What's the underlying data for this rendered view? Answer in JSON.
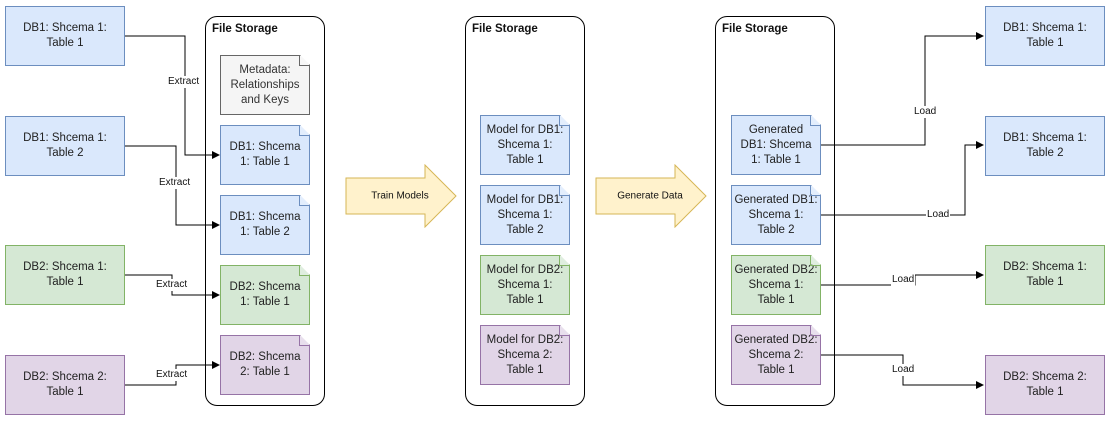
{
  "source_tables": [
    {
      "label": "DB1: Shcema 1:\nTable 1"
    },
    {
      "label": "DB1: Shcema 1:\nTable 2"
    },
    {
      "label": "DB2: Shcema 1:\nTable 1"
    },
    {
      "label": "DB2: Shcema 2:\nTable 1"
    }
  ],
  "storage_1": {
    "title": "File Storage",
    "metadata": "Metadata:\nRelationships\nand Keys",
    "files": [
      "DB1: Shcema\n1: Table 1",
      "DB1: Shcema\n1: Table 2",
      "DB2: Shcema\n1: Table 1",
      "DB2: Shcema\n2: Table 1"
    ]
  },
  "storage_2": {
    "title": "File Storage",
    "files": [
      "Model for DB1:\nShcema 1:\nTable 1",
      "Model for DB1:\nShcema 1:\nTable 2",
      "Model for DB2:\nShcema 1:\nTable 1",
      "Model for DB2:\nShcema 2:\nTable 1"
    ]
  },
  "storage_3": {
    "title": "File Storage",
    "files": [
      "Generated\nDB1: Shcema\n1: Table 1",
      "Generated DB1:\nShcema 1:\nTable 2",
      "Generated DB2:\nShcema 1:\nTable 1",
      "Generated DB2:\nShcema 2:\nTable 1"
    ]
  },
  "target_tables": [
    {
      "label": "DB1: Shcema 1:\nTable 1"
    },
    {
      "label": "DB1: Shcema 1:\nTable 2"
    },
    {
      "label": "DB2: Shcema 1:\nTable 1"
    },
    {
      "label": "DB2: Shcema 2:\nTable 1"
    }
  ],
  "steps": {
    "train": "Train Models",
    "generate": "Generate Data"
  },
  "edge_labels": {
    "extract": [
      "Extract",
      "Extract",
      "Extract",
      "Extract"
    ],
    "load": [
      "Load",
      "Load",
      "Load",
      "Load"
    ]
  },
  "colors": {
    "db1": "#dae8fc",
    "db2_schema1": "#d5e8d4",
    "db2_schema2": "#e1d5e7",
    "metadata": "#f5f5f5",
    "step_arrow": "#fff2cc"
  }
}
